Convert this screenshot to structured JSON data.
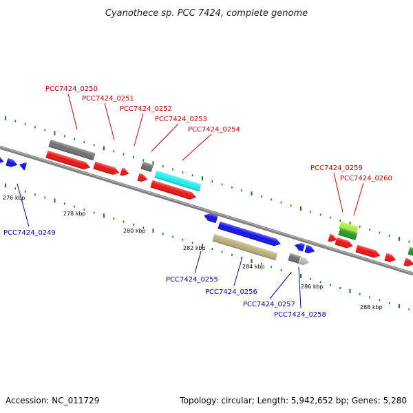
{
  "title": "Cyanothece sp. PCC 7424, complete genome",
  "footer": {
    "accession": "Accession: NC_011729",
    "summary": "Topology: circular; Length: 5,942,652 bp; Genes: 5,280"
  },
  "ticks": [
    "276 kbp",
    "278 kbp",
    "280 kbp",
    "282 kbp",
    "284 kbp",
    "286 kbp",
    "288 kbp"
  ],
  "labels_top": [
    "PCC7424_0250",
    "PCC7424_0251",
    "PCC7424_0252",
    "PCC7424_0253",
    "PCC7424_0254",
    "PCC7424_0259",
    "PCC7424_0260"
  ],
  "labels_bottom": [
    "PCC7424_0249",
    "PCC7424_0255",
    "PCC7424_0256",
    "PCC7424_0257",
    "PCC7424_0258"
  ],
  "colors": {
    "label_top": "#cc0000",
    "label_bottom": "#0000bb",
    "backbone": "#808080",
    "tick_dot": "#1a7a1a",
    "gene_red": "#ee1111",
    "gene_blue": "#1111ee",
    "gene_gray": "#707070",
    "gene_light_gray": "#bbbbbb",
    "gene_cyan": "#22eeee",
    "gene_khaki": "#b8b07a",
    "gene_lime": "#aaee33",
    "gene_green": "#229922"
  }
}
